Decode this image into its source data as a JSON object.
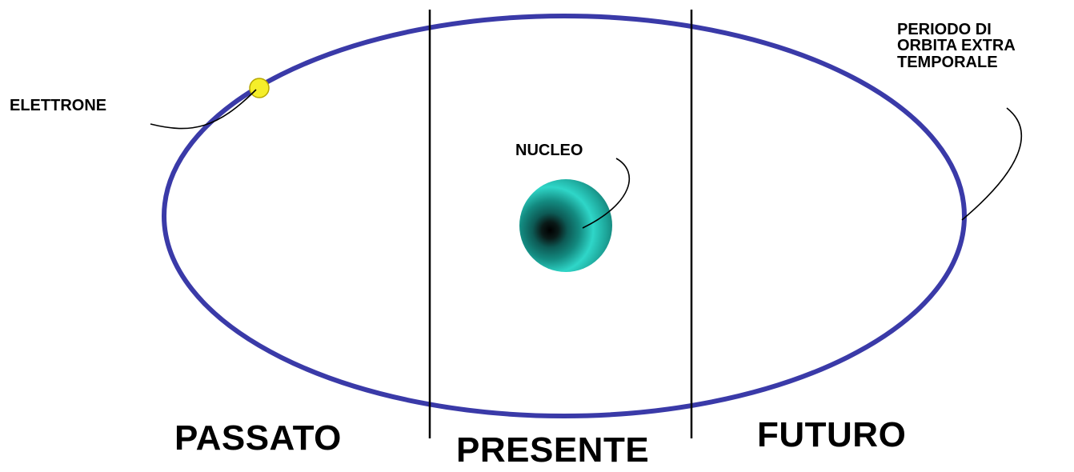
{
  "labels": {
    "electron": "ELETTRONE",
    "nucleus": "NUCLEO",
    "orbit_lines": [
      "PERIODO DI",
      "ORBITA EXTRA",
      "TEMPORALE"
    ],
    "past": "PASSATO",
    "present": "PRESENTE",
    "future": "FUTURO"
  },
  "colors": {
    "orbit": "#3a3aa8",
    "divider": "#000000",
    "electron": "#f5ee2a",
    "nucleus_outer": "#2fd6c8",
    "nucleus_mid": "#138a80",
    "nucleus_core": "#0a1a18"
  }
}
